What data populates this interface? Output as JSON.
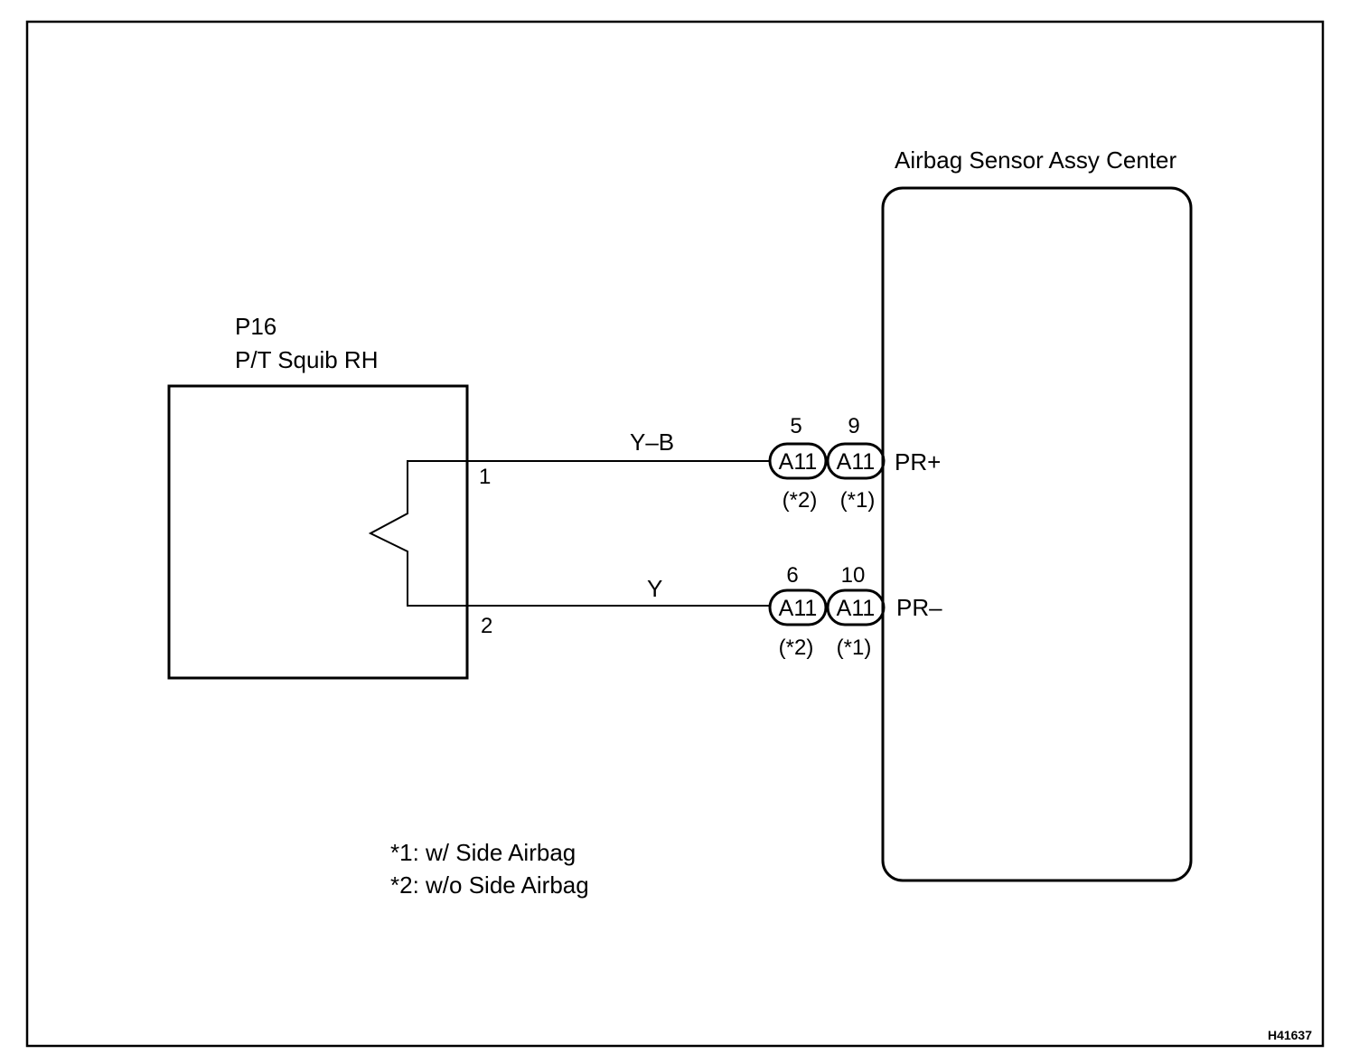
{
  "squib": {
    "code": "P16",
    "name": "P/T Squib RH",
    "pin_1": "1",
    "pin_2": "2"
  },
  "sensor": {
    "name": "Airbag Sensor Assy Center",
    "terminal_plus": "PR+",
    "terminal_minus": "PR–"
  },
  "wires": {
    "upper_color": "Y–B",
    "lower_color": "Y"
  },
  "connectors": {
    "upper": [
      {
        "pin": "5",
        "code": "A11",
        "variant": "(*2)"
      },
      {
        "pin": "9",
        "code": "A11",
        "variant": "(*1)"
      }
    ],
    "lower": [
      {
        "pin": "6",
        "code": "A11",
        "variant": "(*2)"
      },
      {
        "pin": "10",
        "code": "A11",
        "variant": "(*1)"
      }
    ]
  },
  "notes": {
    "note_1": "*1: w/ Side Airbag",
    "note_2": "*2: w/o Side Airbag"
  },
  "figure_id": "H41637"
}
